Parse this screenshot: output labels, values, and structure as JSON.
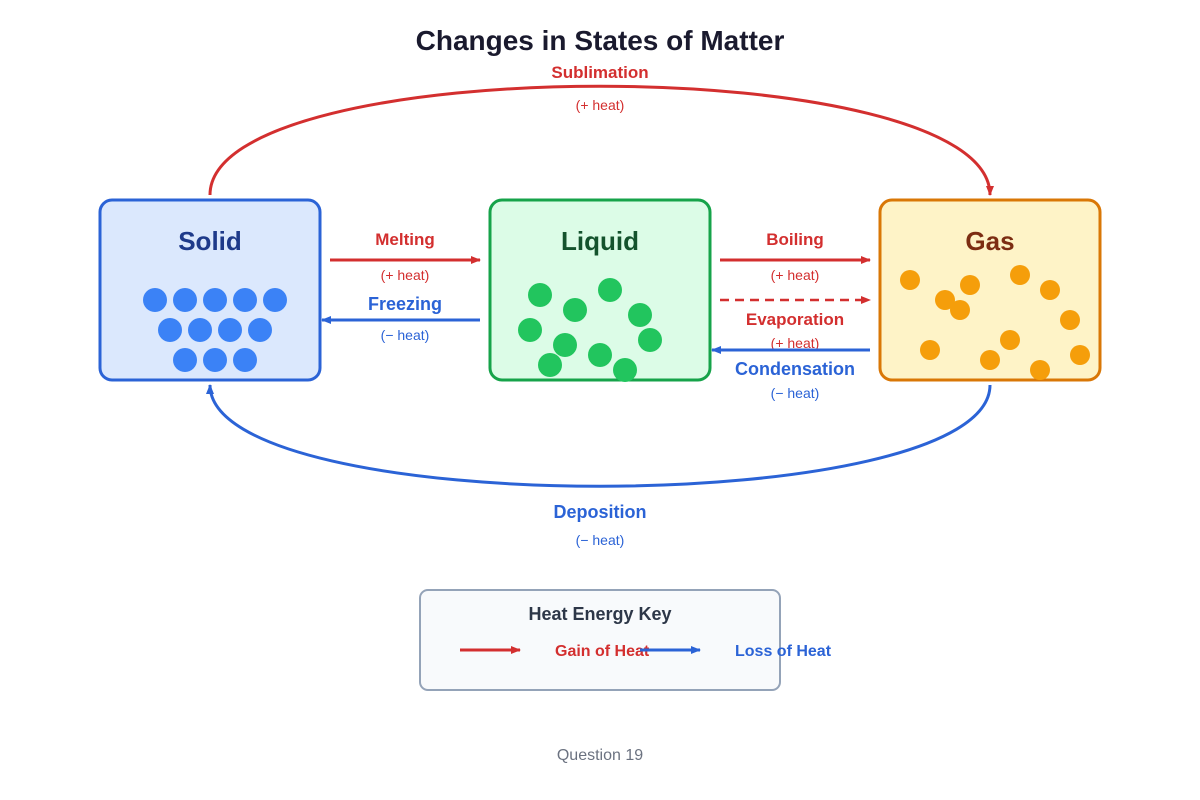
{
  "title": "Changes in States of Matter",
  "colors": {
    "heat_gain": "#d32f2f",
    "heat_loss": "#2b63d6",
    "solid_fill": "#dbe8fd",
    "solid_stroke": "#2b63d6",
    "solid_particle": "#3b82f6",
    "solid_text": "#1e3a8a",
    "liquid_fill": "#dcfce7",
    "liquid_stroke": "#16a34a",
    "liquid_particle": "#22c55e",
    "liquid_text": "#14532d",
    "gas_fill": "#fef3c7",
    "gas_stroke": "#d97706",
    "gas_particle": "#f59e0b",
    "gas_text": "#7c2d12"
  },
  "states": {
    "solid": {
      "label": "Solid"
    },
    "liquid": {
      "label": "Liquid"
    },
    "gas": {
      "label": "Gas"
    }
  },
  "processes": {
    "sublimation": {
      "label": "Sublimation",
      "heat": "(+ heat)"
    },
    "melting": {
      "label": "Melting",
      "heat": "(+ heat)"
    },
    "freezing": {
      "label": "Freezing",
      "heat": "(− heat)"
    },
    "boiling": {
      "label": "Boiling",
      "heat": "(+ heat)"
    },
    "evaporation": {
      "label": "Evaporation",
      "heat": "(+ heat)"
    },
    "condensation": {
      "label": "Condensation",
      "heat": "(− heat)"
    },
    "deposition": {
      "label": "Deposition",
      "heat": "(− heat)"
    }
  },
  "key": {
    "title": "Heat Energy Key",
    "gain_label": "Gain of Heat",
    "loss_label": "Loss of Heat"
  },
  "footer": "Question 19"
}
